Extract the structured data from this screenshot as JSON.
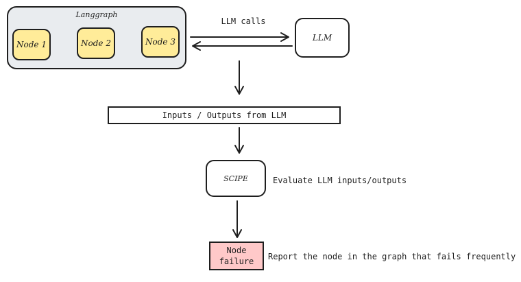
{
  "graph": {
    "title": "Langgraph",
    "nodes": [
      "Node 1",
      "Node 2",
      "Node 3"
    ]
  },
  "llm": {
    "label": "LLM",
    "calls_label": "LLM calls"
  },
  "io": {
    "label": "Inputs / Outputs from LLM"
  },
  "scipe": {
    "label": "SCIPE",
    "note": "Evaluate LLM inputs/outputs"
  },
  "failure": {
    "line1": "Node",
    "line2": "failure",
    "note": "Report the node in the graph that fails frequently"
  },
  "colors": {
    "container_fill": "#e9ecef",
    "node_fill": "#ffec99",
    "failure_fill": "#ffc9c9",
    "stroke": "#1e1e1e"
  }
}
